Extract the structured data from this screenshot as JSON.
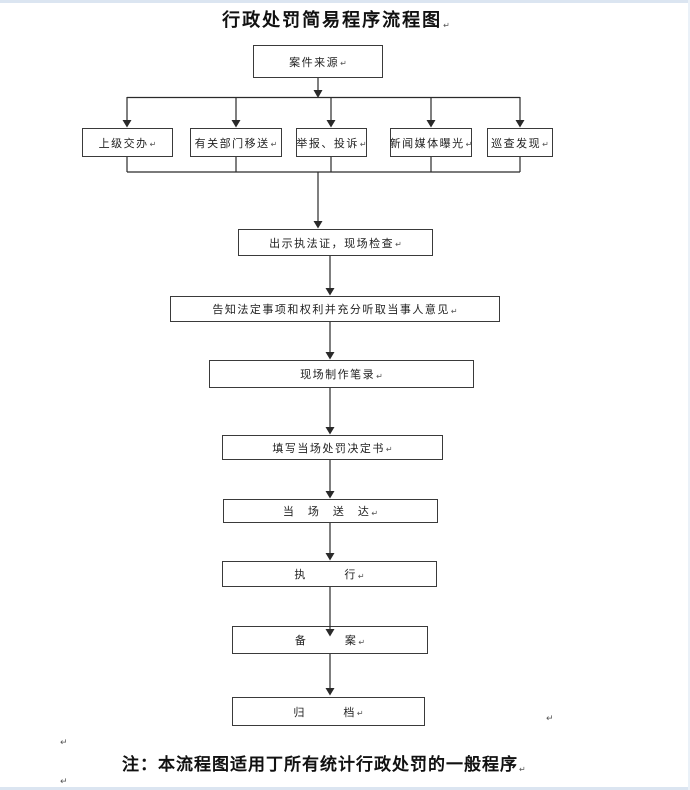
{
  "page": {
    "title": "行政处罚简易程序流程图",
    "note": "注：本流程图适用丁所有统计行政处罚的一般程序"
  },
  "marks": {
    "paragraph": "↵"
  },
  "colors": {
    "line": "#2a2a2a",
    "box_border": "#3a3a3a",
    "page_edge": "#dbe5f1",
    "text": "#1f1f1f"
  },
  "flow": {
    "source": {
      "label": "案件来源"
    },
    "channels": [
      {
        "label": "上级交办"
      },
      {
        "label": "有关部门移送"
      },
      {
        "label": "举报、投诉"
      },
      {
        "label": "新闻媒体曝光"
      },
      {
        "label": "巡查发现"
      }
    ],
    "steps": [
      {
        "label": "出示执法证，现场检查"
      },
      {
        "label": "告知法定事项和权利并充分听取当事人意见"
      },
      {
        "label": "现场制作笔录"
      },
      {
        "label": "填写当场处罚决定书"
      },
      {
        "label": "当　场　送　达"
      },
      {
        "label": "执　　　行"
      },
      {
        "label": "备　　　案"
      },
      {
        "label": "归　　　档"
      }
    ]
  }
}
